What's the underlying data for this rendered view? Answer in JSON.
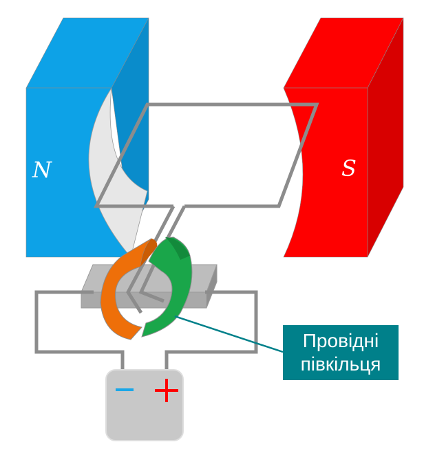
{
  "magnets": {
    "north_label": "N",
    "south_label": "S"
  },
  "battery": {
    "minus_sign": "−",
    "plus_sign": "+"
  },
  "callout": {
    "line1": "Провідні",
    "line2": "півкільця"
  },
  "colors": {
    "north_pole": "#0da2e7",
    "south_pole": "#fe0000",
    "wire": "#8c8c8c",
    "left_half_ring": "#ee6f09",
    "right_half_ring": "#1aa64a",
    "callout_box": "#00808a",
    "battery_body": "#c8c8c8"
  }
}
